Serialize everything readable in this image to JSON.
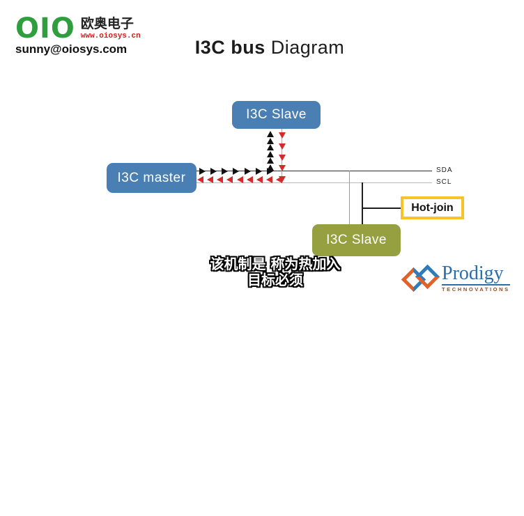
{
  "header": {
    "vendor_logo": {
      "mark": "OIO",
      "company_cn": "欧奥电子",
      "website": "www.oiosys.cn",
      "email": "sunny@oiosys.com",
      "mark_color": "#2f9e3f",
      "website_color": "#c81e1e"
    },
    "title": {
      "bold": "I3C bus",
      "regular": " Diagram"
    }
  },
  "diagram": {
    "nodes": {
      "slave_top": {
        "label": "I3C Slave",
        "color": "#4a7fb3"
      },
      "master": {
        "label": "I3C master",
        "color": "#4a7fb3"
      },
      "slave_bottom": {
        "label": "I3C Slave",
        "color": "#97a041"
      },
      "hot_join": {
        "label": "Hot-join",
        "border_color": "#f6c426"
      }
    },
    "bus": {
      "sda_label": "SDA",
      "scl_label": "SCL"
    },
    "arrows": {
      "black_right_count": 7,
      "red_left_count": 9,
      "black_up_count": 6,
      "red_down_count": 5,
      "black_color": "#111111",
      "red_color": "#d42a2a"
    }
  },
  "subtitle": {
    "line1": "该机制是 称为热加入",
    "line2": "目标必须"
  },
  "footer_logo": {
    "name": "Prodigy",
    "tagline": "TECHNOVATIONS",
    "name_color": "#2a6da8",
    "tagline_color": "#9c4a1e"
  }
}
